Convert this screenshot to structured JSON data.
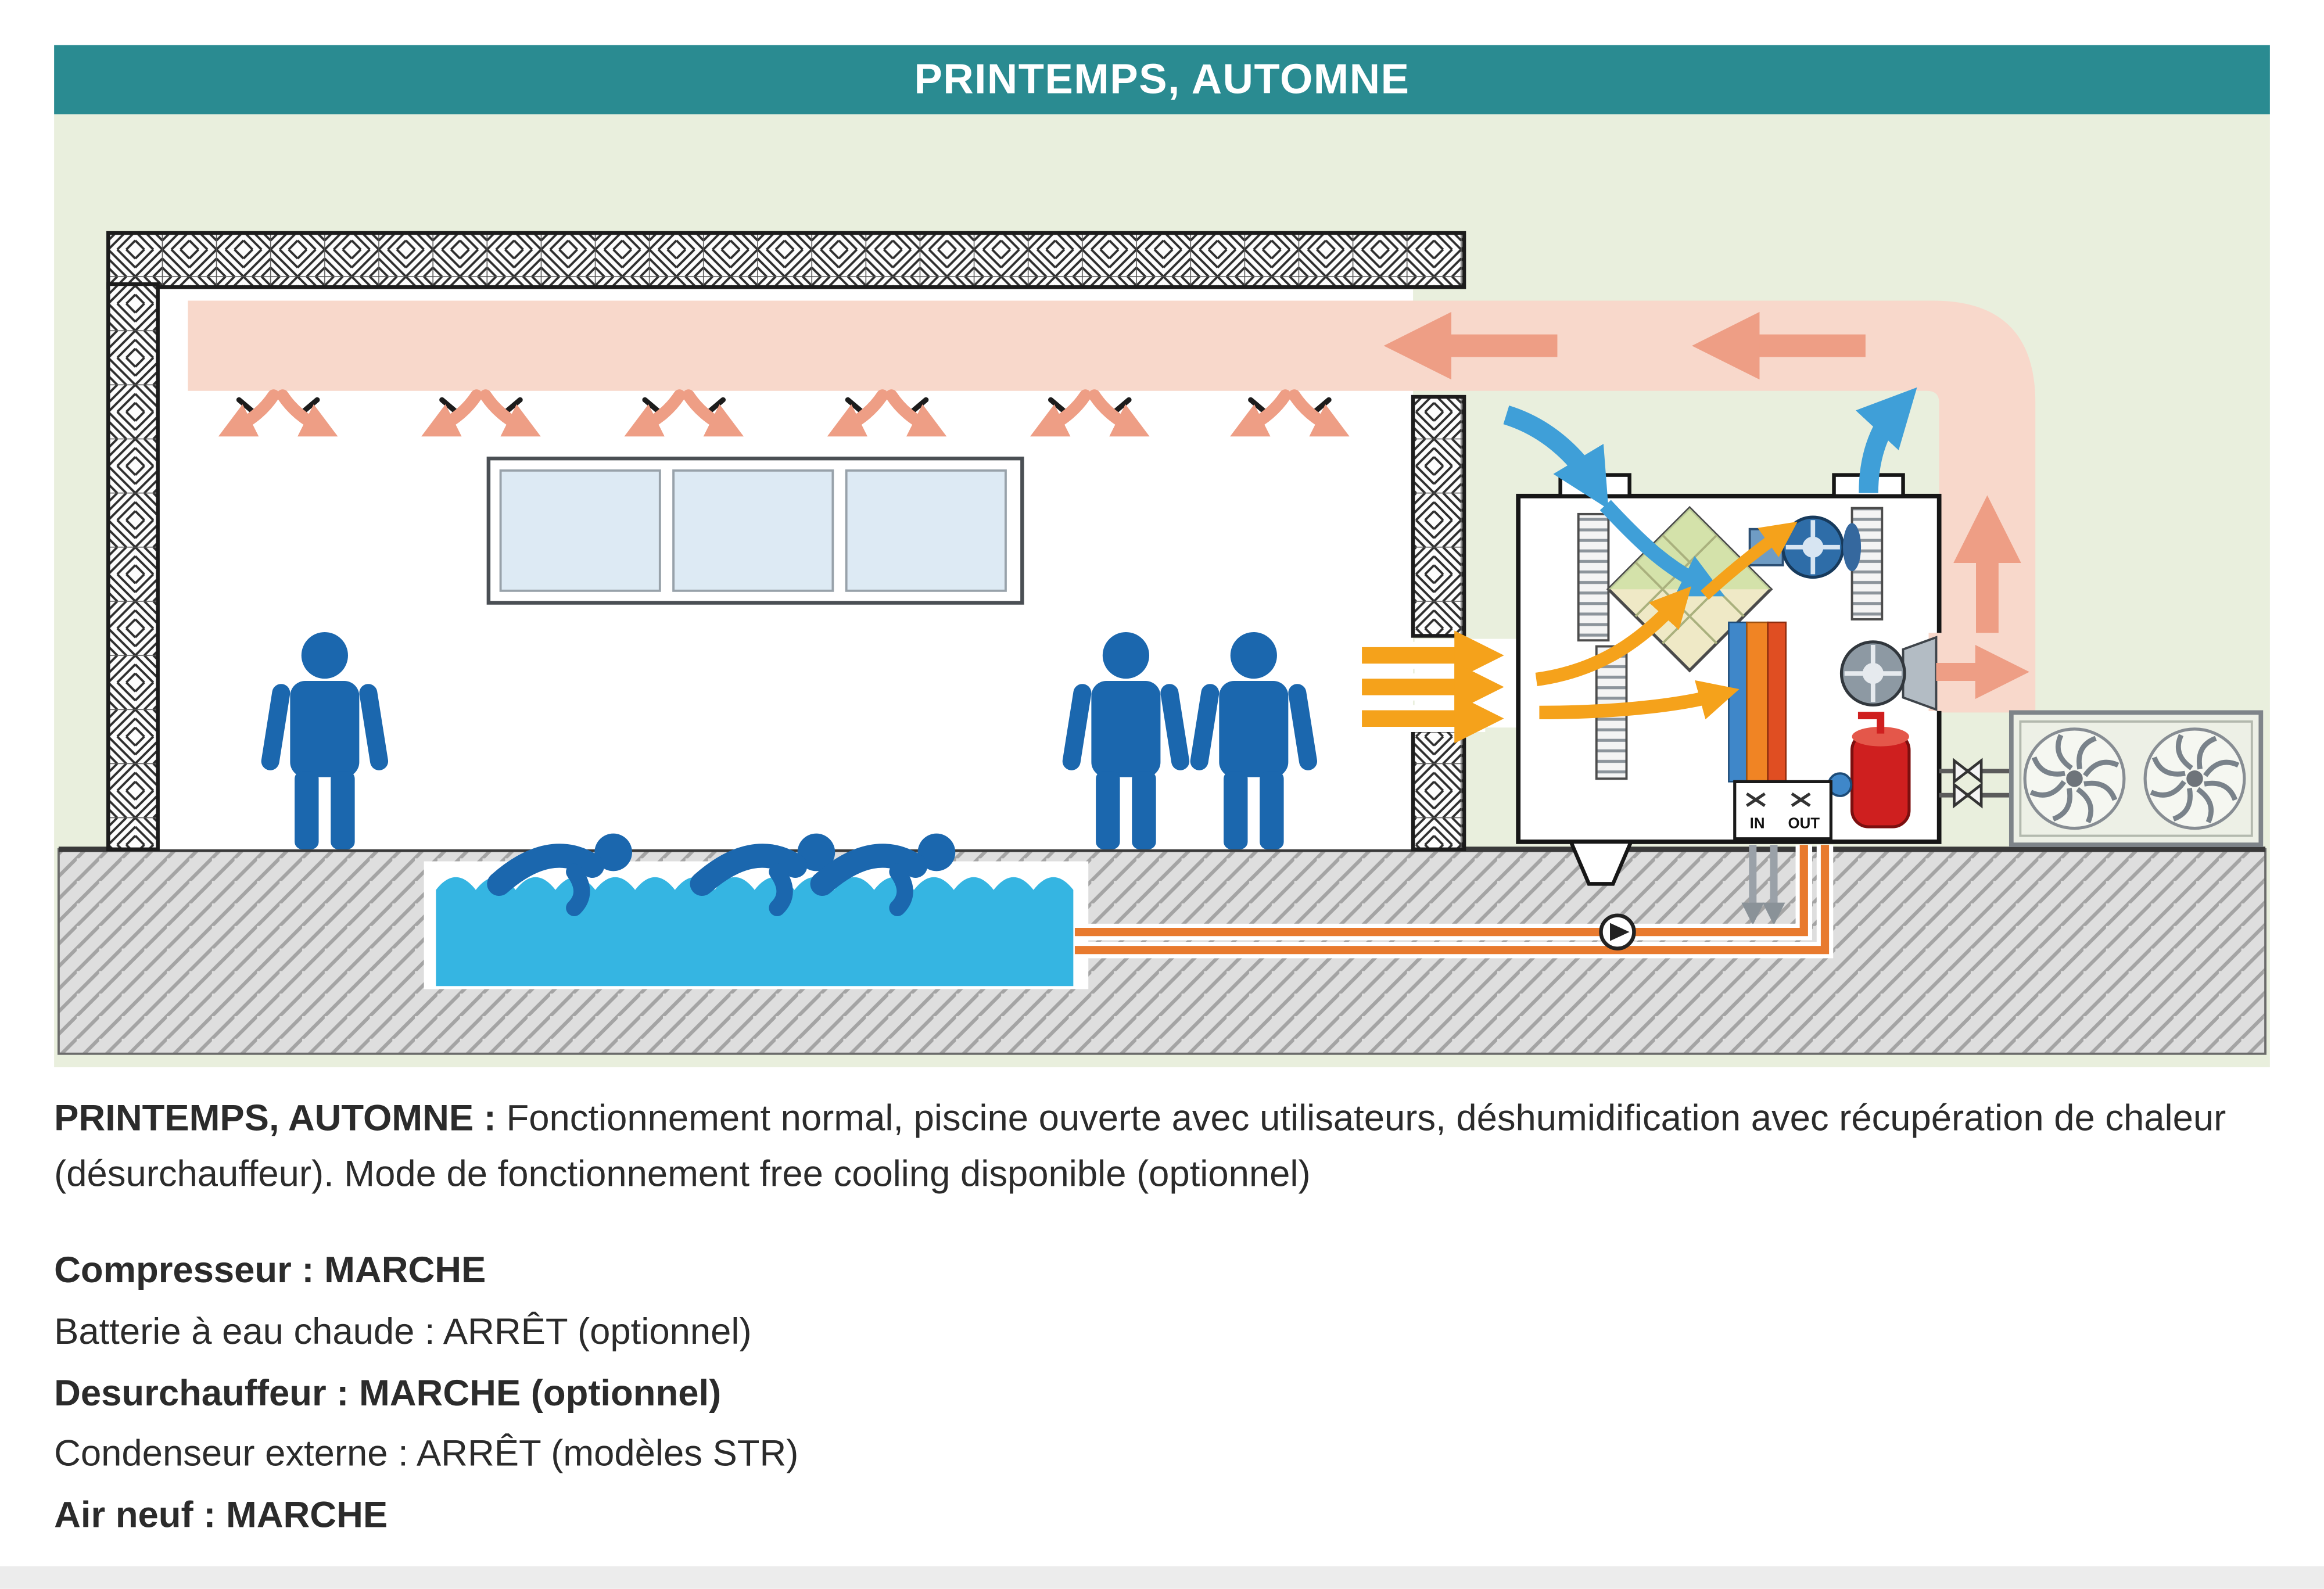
{
  "header": {
    "title": "PRINTEMPS, AUTOMNE"
  },
  "diagram": {
    "unit_labels": {
      "in": "IN",
      "out": "OUT"
    }
  },
  "description": {
    "lead": "PRINTEMPS, AUTOMNE :",
    "body": "Fonctionnement normal, piscine ouverte avec utilisateurs, déshumidification avec récupération de chaleur (désurchauffeur). Mode de fonctionnement free cooling disponible (optionnel)"
  },
  "status_list": [
    {
      "label": "Compresseur : MARCHE",
      "emphasis": "bold"
    },
    {
      "label": "Batterie à eau chaude : ARRÊT (optionnel)",
      "emphasis": "normal"
    },
    {
      "label": "Desurchauffeur : MARCHE (optionnel)",
      "emphasis": "bold"
    },
    {
      "label": "Condenseur externe : ARRÊT (modèles STR)",
      "emphasis": "normal"
    },
    {
      "label": "Air neuf : MARCHE",
      "emphasis": "bold"
    }
  ],
  "colors": {
    "header_teal": "#2a8b91",
    "panel_green": "#e9efdd",
    "people_blue": "#1b67ae",
    "pool_blue": "#35b5e2",
    "warm_air_pink": "#f8d8cb",
    "warm_arrow_salmon": "#ee9e85",
    "fresh_air_blue": "#3f9fd8",
    "room_air_orange": "#f5a21b",
    "water_pipe_orange": "#e87a2e",
    "compressor_red": "#cf1f1f"
  }
}
